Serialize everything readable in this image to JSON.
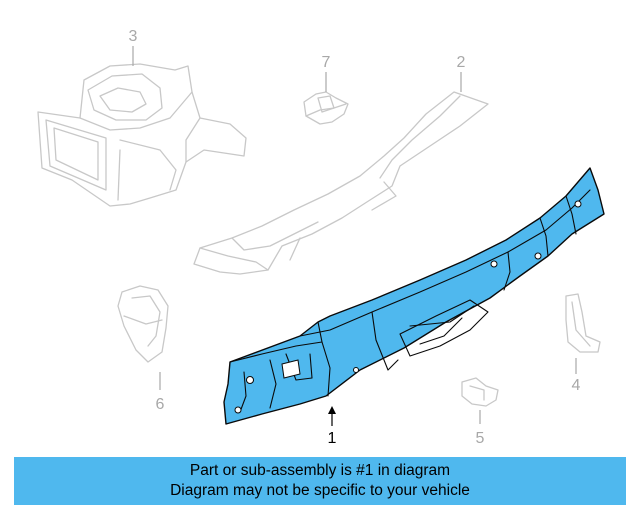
{
  "callouts": {
    "c1": "1",
    "c2": "2",
    "c3": "3",
    "c4": "4",
    "c5": "5",
    "c6": "6",
    "c7": "7"
  },
  "banner": {
    "line1": "Part or sub-assembly is #1 in diagram",
    "line2": "Diagram may not be specific to your vehicle"
  },
  "colors": {
    "highlight": "#4fb8ee",
    "ghost": "#c8c8c8"
  }
}
